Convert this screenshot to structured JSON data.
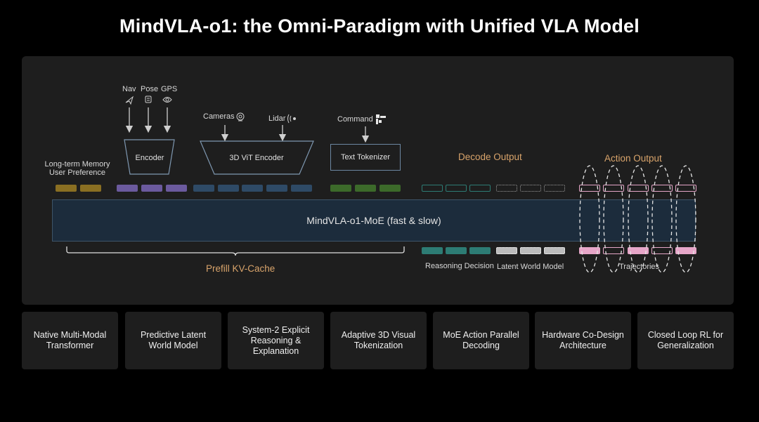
{
  "title": "MindVLA-o1: the Omni-Paradigm with Unified VLA Model",
  "inputs": {
    "nav": "Nav",
    "pose": "Pose",
    "gps": "GPS",
    "cameras": "Cameras",
    "lidar": "Lidar",
    "command": "Command"
  },
  "memory": {
    "line1": "Long-term Memory",
    "line2": "User Preference"
  },
  "encoders": {
    "encoder": "Encoder",
    "vit": "3D ViT Encoder",
    "text": "Text Tokenizer"
  },
  "outputs": {
    "decode": "Decode Output",
    "action": "Action Output"
  },
  "model": "MindVLA-o1-MoE (fast & slow)",
  "bottom": {
    "prefill": "Prefill KV-Cache",
    "reasoning": "Reasoning Decision",
    "latent": "Latent World Model",
    "trajectories": "Trajectories"
  },
  "features": [
    "Native Multi-Modal Transformer",
    "Predictive Latent World Model",
    "System-2 Explicit Reasoning & Explanation",
    "Adaptive 3D Visual Tokenization",
    "MoE Action Parallel Decoding",
    "Hardware Co-Design Architecture",
    "Closed Loop RL for Generalization"
  ],
  "colors": {
    "memory_token": "#8a6f22",
    "encoder_token": "#6b5a9e",
    "vit_token": "#2e4a66",
    "text_token": "#3c6a2a",
    "decode_token": "#2d7c74",
    "latent_token": "#bcbcbc",
    "action_token": "#e6a6c8",
    "accent_orange": "#d9a46b"
  },
  "icons": [
    "nav-arrow-icon",
    "pose-icon",
    "gps-eye-icon",
    "camera-icon",
    "lidar-icon",
    "command-icon"
  ]
}
